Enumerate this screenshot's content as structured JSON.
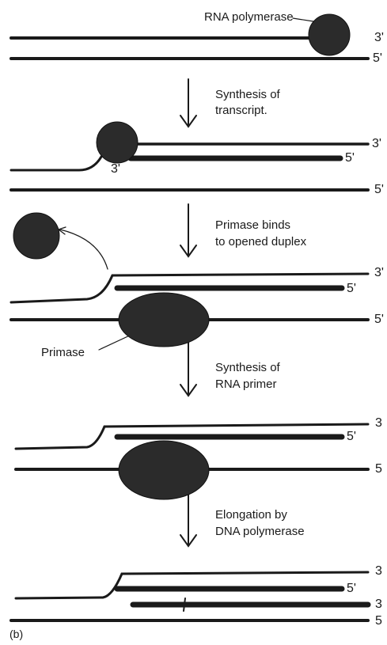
{
  "labels": {
    "rna_polymerase": "RNA polymerase",
    "primase": "Primase",
    "panel_letter": "(b)"
  },
  "steps": [
    {
      "line1": "Synthesis of",
      "line2": "transcript."
    },
    {
      "line1": "Primase binds",
      "line2": "to opened duplex"
    },
    {
      "line1": "Synthesis of",
      "line2": "RNA primer"
    },
    {
      "line1": "Elongation by",
      "line2": "DNA polymerase"
    }
  ],
  "end_labels": {
    "three_prime": "3'",
    "five_prime": "5'",
    "three": "3",
    "five": "5"
  },
  "colors": {
    "ink": "#1a1a1a",
    "blob": "#2b2b2b"
  }
}
